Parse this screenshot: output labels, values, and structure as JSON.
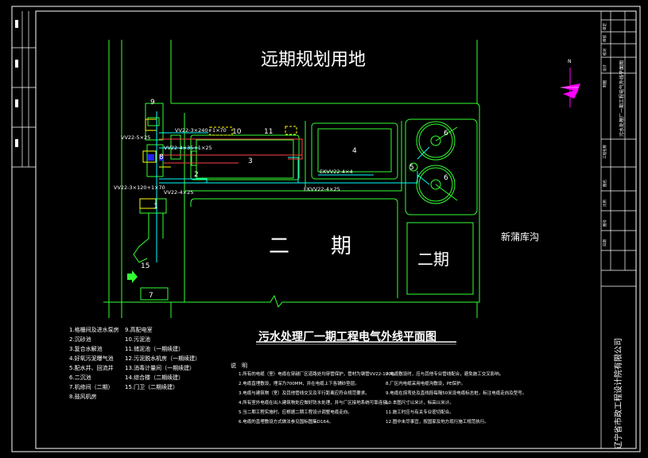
{
  "drawing": {
    "title": "污水处理厂一期工程电气外线平面图",
    "company": "辽宁省市政工程设计院有限公司",
    "project_name": "污水处理厂一期工程电气外线平面图",
    "future_zone": "远期规划用地",
    "phase2_a": "二　　期",
    "phase2_b": "二期",
    "ditch": "新蒲库沟"
  },
  "cables": {
    "c1": "VV22-3×240+1×70",
    "c2": "VV22-5×25",
    "c3": "VV22-4×35+1×25",
    "c4": "VV22-3×120+1×70",
    "c5": "VV22-4×25",
    "c6": "EKVV22-4×4",
    "c7": "EKVV22-4×25"
  },
  "numbers": [
    "1",
    "2",
    "3",
    "4",
    "5",
    "6",
    "6",
    "7",
    "8",
    "9",
    "10",
    "11",
    "15"
  ],
  "legend": [
    "1.格栅间及进水泵房",
    "2.沉砂池",
    "3.复合水解池",
    "4.好氧污泥曝气池",
    "5.配水井、回流井",
    "6.二沉池",
    "7.机修间（二期）",
    "8.鼓风机房",
    "9.高配电室",
    "10.污泥池",
    "11.储泥池（一期续建）",
    "12.污泥脱水机房（一期续建）",
    "13.消毒计量间（一期续建）",
    "14.综合楼（二期续建）",
    "15.门卫（二期续建）"
  ],
  "notes": {
    "header": "说　明",
    "left": [
      "1.所有的电缆（室）电缆在穿越厂区道路处均穿管保护，管材为钢管VV22-1000。",
      "2.电缆直埋敷设，埋深为700MM，并在电缆上下各铺砂垫层。",
      "3.电缆与建筑物（室）及其他管线交叉及平行距离应符合规范要求。",
      "4.所有室外电缆在出入建筑物处应做好防水处理，并与厂区接地系统可靠连接。",
      "5.当二期工程实施时，应根据二期工程设计调整电缆走向。",
      "6.电缆的直埋敷设方式做法参见国标图集D164。"
    ],
    "right": [
      "7.电缆敷设时，应与其他专业管线配合，避免施工交叉影响。",
      "8.厂区内电缆采用电缆沟敷设，PE保护。",
      "9.电缆在拐弯处及直线段每隔50米设电缆标志桩，标注电缆走向及型号。",
      "10.本图尺寸以米计，标高以米计。",
      "11.施工时应与有关专业密切配合。",
      "12.图中未尽事宜，按国家及地方现行施工规范执行。"
    ]
  },
  "title_block": {
    "labels": [
      "审定",
      "审核",
      "校对",
      "设计",
      "制图",
      "工程名称",
      "图名",
      "比例",
      "图号",
      "日期"
    ]
  }
}
